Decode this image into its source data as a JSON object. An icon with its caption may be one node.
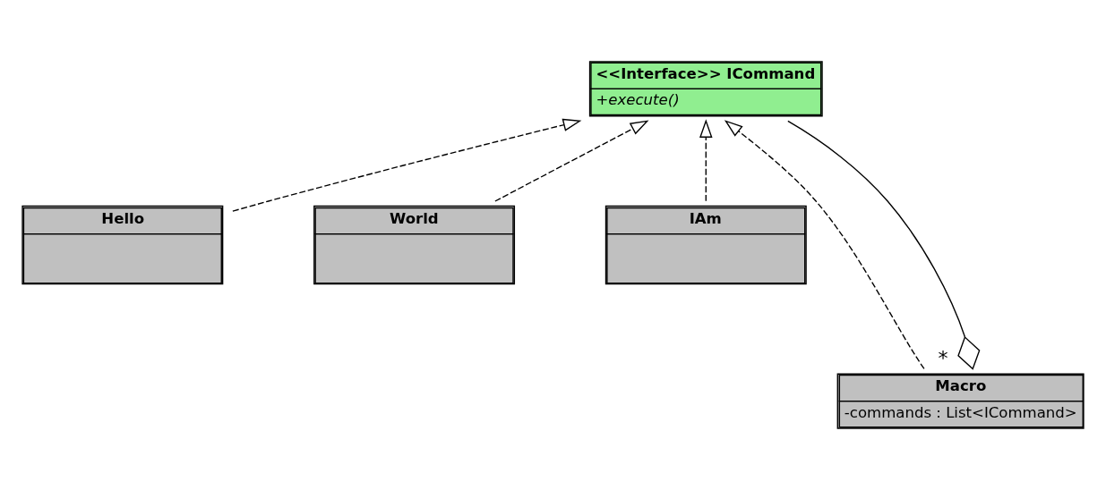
{
  "diagram": {
    "nodes": [
      {
        "text": [
          "<<Interface>> ICommand",
          "+execute()"
        ]
      },
      {
        "text": [
          "Hello"
        ]
      },
      {
        "text": [
          "World"
        ]
      },
      {
        "text": [
          "IAm"
        ]
      },
      {
        "text": [
          "Macro",
          "-commands : List<ICommand>"
        ]
      }
    ],
    "edges": [
      {
        "from": 1,
        "to": 0,
        "arrow": "to",
        "style": "dashed"
      },
      {
        "from": 2,
        "to": 0,
        "arrow": "to",
        "style": "dashed"
      },
      {
        "from": 3,
        "to": 0,
        "arrow": "to",
        "style": "dashed"
      },
      {
        "from": 4,
        "to": 0,
        "arrow": "to",
        "style": "dashed"
      },
      {
        "from": 4,
        "to": 0,
        "arrow": "other",
        "label": "*"
      }
    ]
  }
}
